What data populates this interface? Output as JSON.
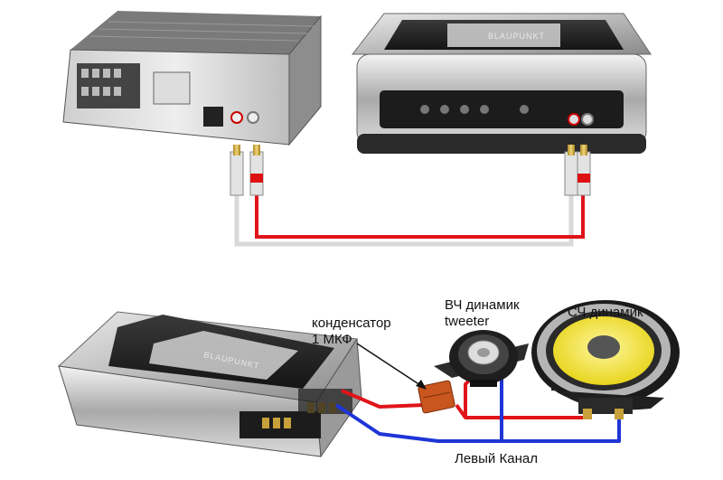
{
  "labels": {
    "capacitor_line1": "конденсатор",
    "capacitor_line2": "1 МКФ",
    "tweeter_line1": "ВЧ динамик",
    "tweeter_line2": "tweeter",
    "midrange": "СЧ динамик",
    "left_channel": "Левый Канал"
  },
  "branding": {
    "amp_logo": "BLAUPUNKT"
  },
  "colors": {
    "positive_wire": "#e0141a",
    "negative_wire": "#1f35d6",
    "rca_white_cable": "#d9d9d9",
    "capacitor": "#c8561e",
    "speaker_cone": "#f2e21a"
  }
}
